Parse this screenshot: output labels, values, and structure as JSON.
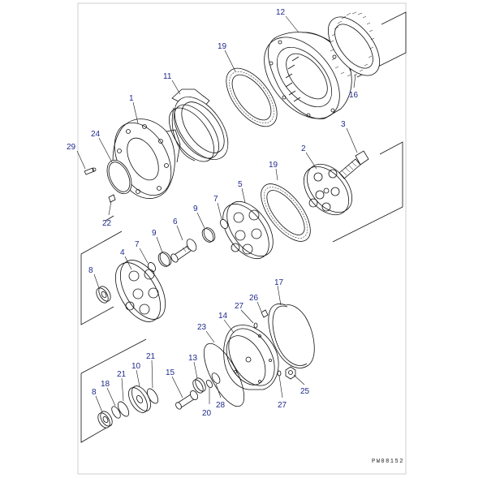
{
  "diagram": {
    "drawing_code": "PW08152",
    "callouts": {
      "c1": "1",
      "c2": "2",
      "c3": "3",
      "c4": "4",
      "c5": "5",
      "c6": "6",
      "c7a": "7",
      "c7b": "7",
      "c8a": "8",
      "c8b": "8",
      "c9a": "9",
      "c9b": "9",
      "c10": "10",
      "c11": "11",
      "c12": "12",
      "c13": "13",
      "c14": "14",
      "c15": "15",
      "c16": "16",
      "c17": "17",
      "c18": "18",
      "c19a": "19",
      "c19b": "19",
      "c20": "20",
      "c21a": "21",
      "c21b": "21",
      "c22": "22",
      "c23": "23",
      "c24": "24",
      "c25": "25",
      "c26": "26",
      "c27a": "27",
      "c27b": "27",
      "c28": "28",
      "c29": "29"
    }
  }
}
